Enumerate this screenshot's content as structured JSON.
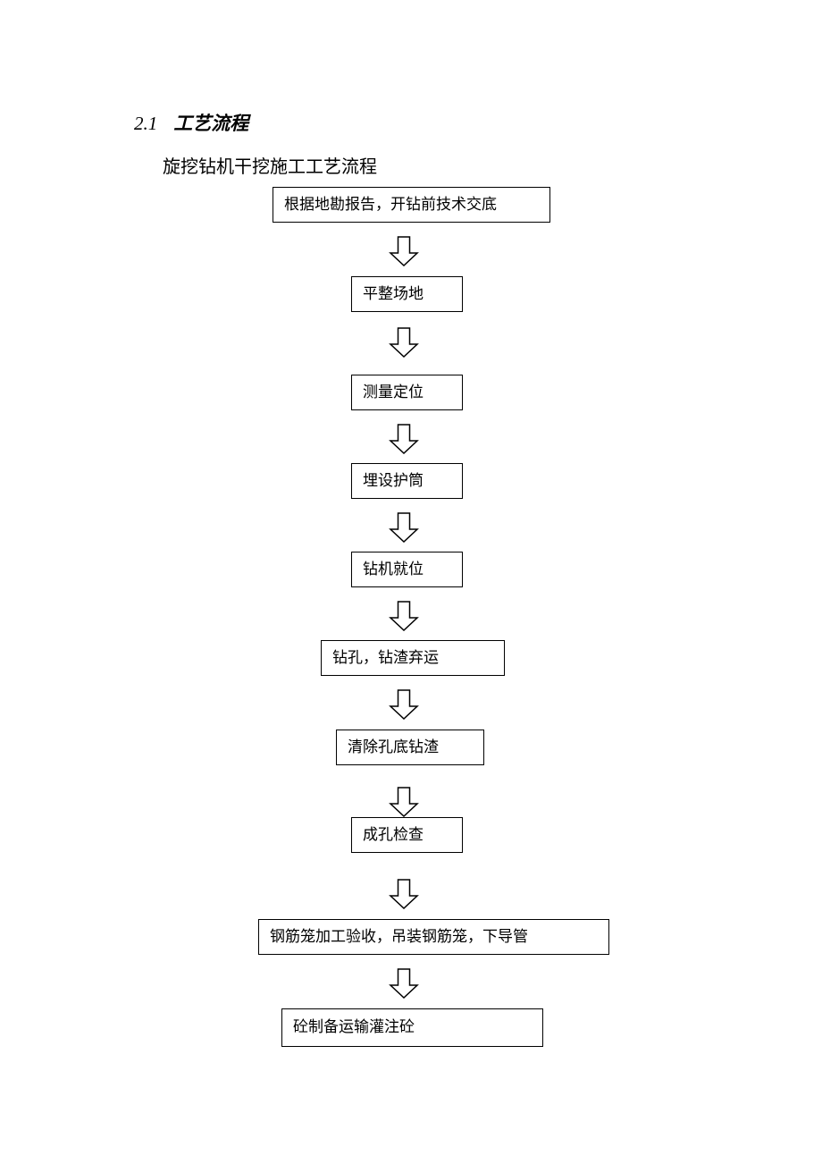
{
  "section": {
    "number": "2.1",
    "title": "工艺流程"
  },
  "diagram": {
    "title": "旋挖钻机干挖施工工艺流程",
    "steps": [
      "根据地勘报告，开钻前技术交底",
      "平整场地",
      "测量定位",
      "埋设护筒",
      "钻机就位",
      "钻孔，钻渣弃运",
      "清除孔底钻渣",
      "成孔检查",
      "钢筋笼加工验收，吊装钢筋笼，下导管",
      "砼制备运输灌注砼"
    ]
  }
}
